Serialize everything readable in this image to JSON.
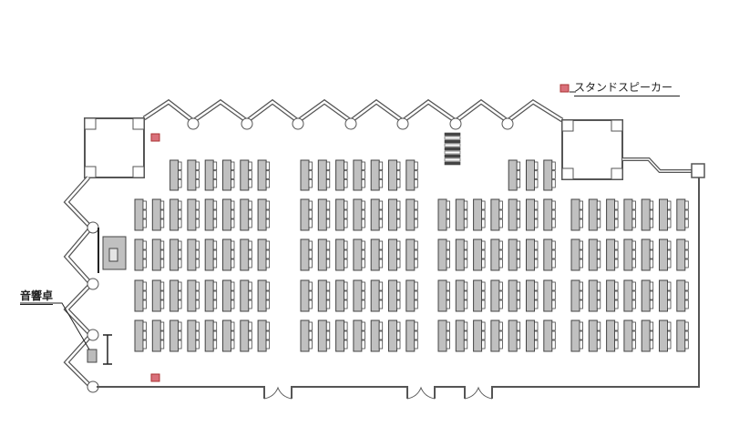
{
  "labels": {
    "speaker": "スタンドスピーカー",
    "sound_desk": "音響卓"
  },
  "colors": {
    "desk_fill": "#c0c0c0",
    "desk_stroke": "#444444",
    "speaker_fill": "#d9707a",
    "wall": "#555555"
  },
  "seating": {
    "blocks": [
      {
        "name": "block-a",
        "desks_per_row": 8,
        "front_row_desks": 6
      },
      {
        "name": "block-b",
        "desks_per_row": 7,
        "front_row_desks": 7
      },
      {
        "name": "block-c",
        "desks_per_row": 7,
        "front_row_desks": 3
      },
      {
        "name": "block-d",
        "desks_per_row": 7,
        "front_row_desks": 0
      }
    ],
    "main_rows": 4
  }
}
